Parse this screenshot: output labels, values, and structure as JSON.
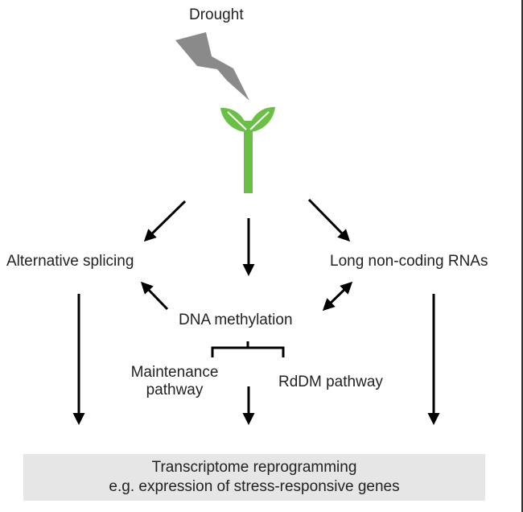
{
  "stress": {
    "label": "Drought",
    "icon": "lightning-bolt-icon"
  },
  "plant": {
    "icon": "seedling-icon",
    "color": "#6abf45"
  },
  "nodes": {
    "alternative_splicing": "Alternative splicing",
    "long_noncoding_rnas": "Long non-coding RNAs",
    "dna_methylation": "DNA methylation",
    "maintenance_pathway": [
      "Maintenance",
      "pathway"
    ],
    "rddm_pathway": "RdDM pathway"
  },
  "outcome": {
    "line1": "Transcriptome reprogramming",
    "line2": "e.g. expression of stress-responsive genes",
    "background": "#e6e6e6"
  },
  "colors": {
    "arrow": "#000000",
    "bolt": "#8a8a8a"
  }
}
